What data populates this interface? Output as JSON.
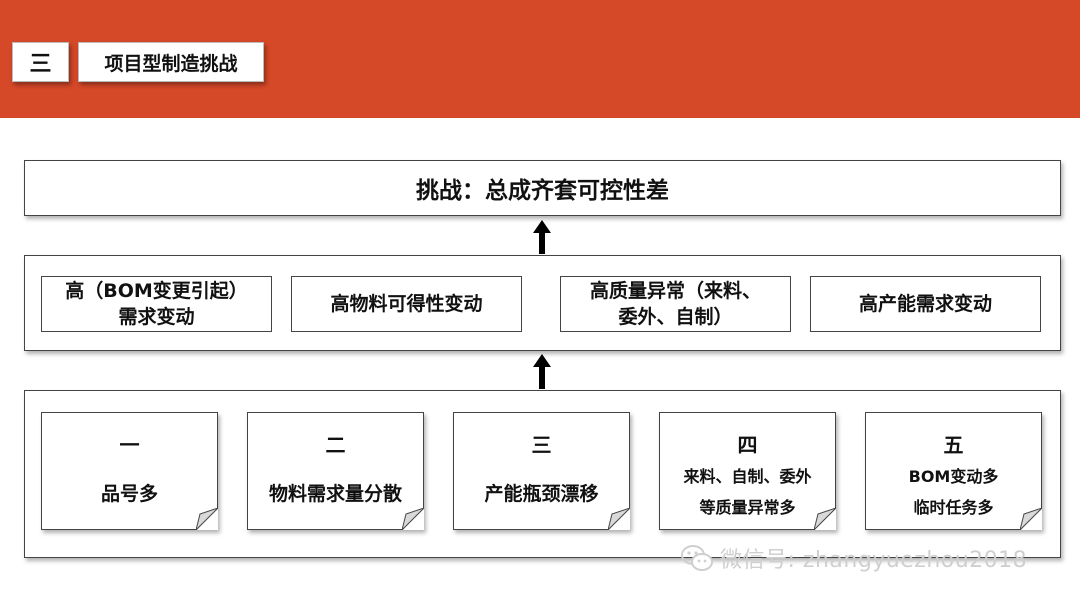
{
  "header": {
    "section_number": "三",
    "section_title": "项目型制造挑战"
  },
  "challenge": {
    "text": "挑战：总成齐套可控性差"
  },
  "factors": [
    {
      "lines": [
        "高（BOM变更引起）",
        "需求变动"
      ]
    },
    {
      "lines": [
        "高物料可得性变动"
      ]
    },
    {
      "lines": [
        "高质量异常（来料、",
        "委外、自制）"
      ]
    },
    {
      "lines": [
        "高产能需求变动"
      ]
    }
  ],
  "causes": [
    {
      "num": "一",
      "lines": [
        "品号多"
      ]
    },
    {
      "num": "二",
      "lines": [
        "物料需求量分散"
      ]
    },
    {
      "num": "三",
      "lines": [
        "产能瓶颈漂移"
      ]
    },
    {
      "num": "四",
      "lines": [
        "来料、自制、委外",
        "等质量异常多"
      ]
    },
    {
      "num": "五",
      "lines": [
        "BOM变动多",
        "临时任务多"
      ]
    }
  ],
  "watermark": {
    "text": "微信号: zhangyuezhou2018",
    "icon": "wechat-icon"
  },
  "colors": {
    "header_band": "#d54828",
    "border": "#444444",
    "watermark": "#cfcfcf"
  }
}
